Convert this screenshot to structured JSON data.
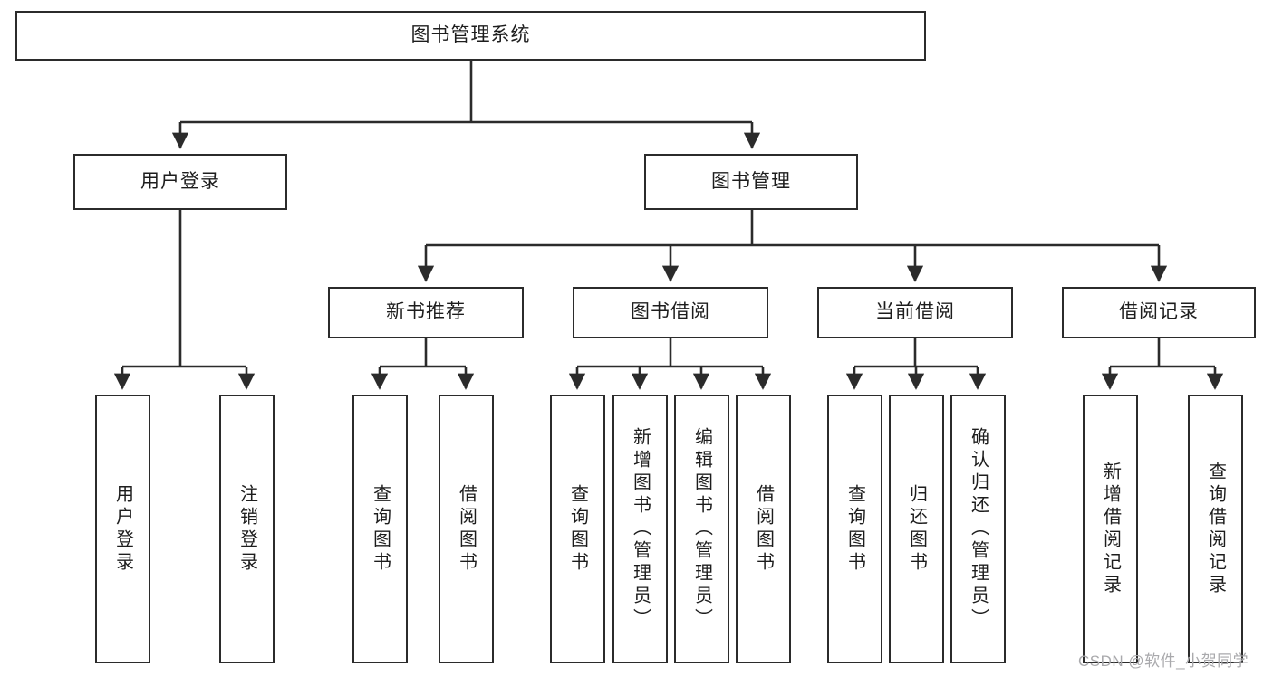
{
  "diagram": {
    "title": "图书管理系统",
    "type": "tree-hierarchy-chart",
    "colors": {
      "box_border": "#2b2b2b",
      "box_fill": "#ffffff",
      "edge": "#2b2b2b",
      "text": "#1d1d1d",
      "watermark": "#a9a9ac",
      "background": "#ffffff"
    }
  },
  "nodes": {
    "root": {
      "label": "图书管理系统"
    },
    "level2": [
      {
        "label": "用户登录"
      },
      {
        "label": "图书管理"
      }
    ],
    "level3": [
      {
        "label": "新书推荐"
      },
      {
        "label": "图书借阅"
      },
      {
        "label": "当前借阅"
      },
      {
        "label": "借阅记录"
      }
    ],
    "leaves": {
      "user_login": [
        {
          "label": "用户登录"
        },
        {
          "label": "注销登录"
        }
      ],
      "new_book_recommend": [
        {
          "label": "查询图书"
        },
        {
          "label": "借阅图书"
        }
      ],
      "book_borrow": [
        {
          "label": "查询图书"
        },
        {
          "label": "新增图书（管理员）"
        },
        {
          "label": "编辑图书（管理员）"
        },
        {
          "label": "借阅图书"
        }
      ],
      "current_borrow": [
        {
          "label": "查询图书"
        },
        {
          "label": "归还图书"
        },
        {
          "label": "确认归还（管理员）"
        }
      ],
      "borrow_record": [
        {
          "label": "新增借阅记录"
        },
        {
          "label": "查询借阅记录"
        }
      ]
    }
  },
  "watermark": {
    "text": "CSDN @软件_小贺同学"
  }
}
